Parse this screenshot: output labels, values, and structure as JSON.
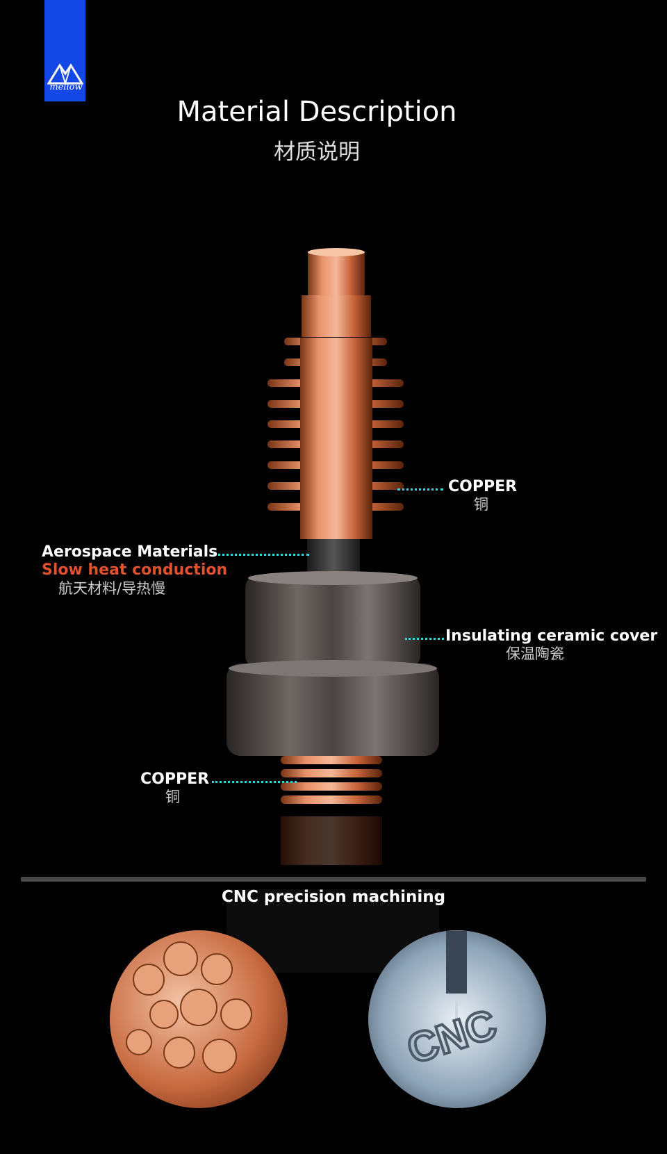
{
  "brand": {
    "logo_text": "mellow"
  },
  "header": {
    "title_en": "Material Description",
    "title_cn": "材质说明"
  },
  "callouts": {
    "copper_top": {
      "en": "COPPER",
      "cn": "铜"
    },
    "aerospace": {
      "en": "Aerospace Materials",
      "red": "Slow heat conduction",
      "cn": "航天材料/导热慢"
    },
    "ceramic": {
      "en": "Insulating ceramic cover",
      "cn": "保温陶瓷"
    },
    "copper_bottom": {
      "en": "COPPER",
      "cn": "铜"
    }
  },
  "section": {
    "title": "CNC precision machining"
  },
  "colors": {
    "brand_blue": "#1448e6",
    "accent_cyan": "#35d6e0",
    "accent_red": "#e2502c",
    "copper": "#e0875a"
  },
  "images": {
    "left": "copper-rods-photo",
    "right": "cnc-milling-photo"
  }
}
